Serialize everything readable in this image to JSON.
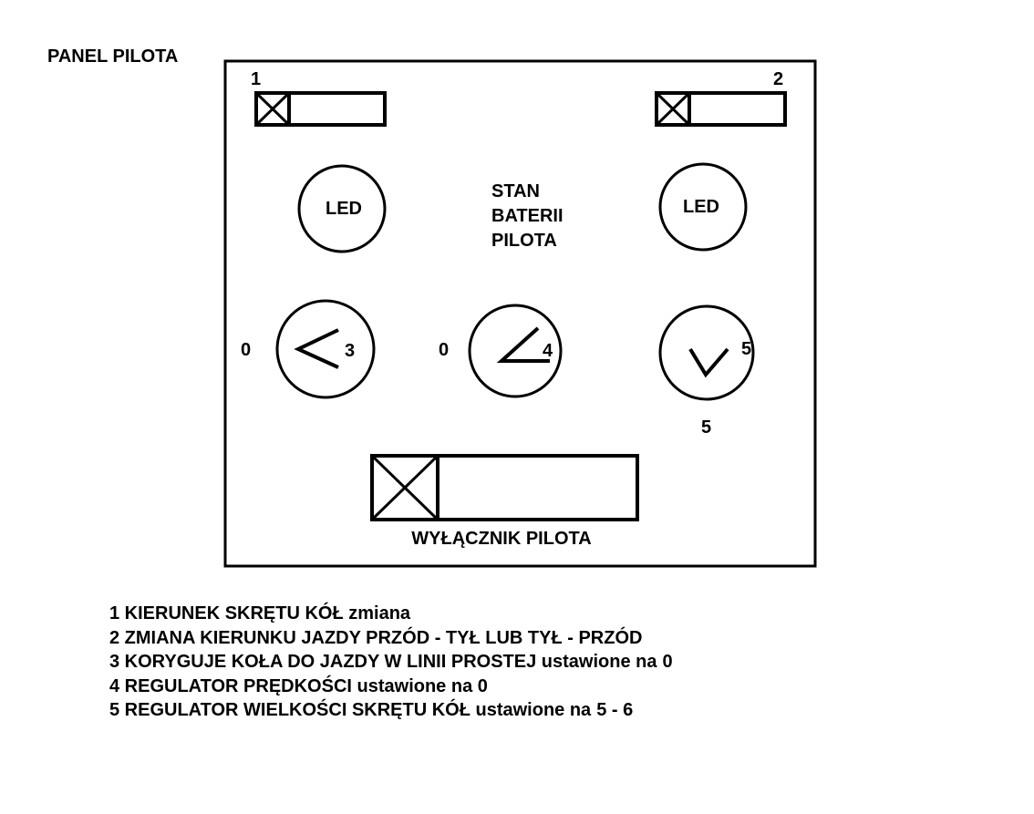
{
  "panel": {
    "title": "PANEL PILOTA",
    "switch_1": {
      "number": "1"
    },
    "switch_2": {
      "number": "2"
    },
    "led_left": {
      "label": "LED"
    },
    "led_right": {
      "label": "LED"
    },
    "battery_status": {
      "lines": [
        "STAN",
        "BATERII",
        "PILOTA"
      ]
    },
    "knob_3": {
      "number": "3",
      "min_label": "0"
    },
    "knob_4": {
      "number": "4",
      "min_label": "0"
    },
    "knob_5": {
      "number": "5",
      "bottom_label": "5"
    },
    "power_switch": {
      "label": "WYŁĄCZNIK PILOTA"
    }
  },
  "legend": [
    {
      "text": "1 KIERUNEK SKRĘTU KÓŁ zmiana",
      "value": ""
    },
    {
      "text": "2 ZMIANA KIERUNKU JAZDY PRZÓD - TYŁ LUB TYŁ - PRZÓD",
      "value": ""
    },
    {
      "text": "3 KORYGUJE KOŁA DO JAZDY W LINII PROSTEJ ustawione na",
      "value": "0"
    },
    {
      "text": "4 REGULATOR PRĘDKOŚCI ustawione na 0",
      "value": ""
    },
    {
      "text": "5 REGULATOR WIELKOŚCI SKRĘTU KÓŁ ustawione na",
      "value": "5 - 6"
    }
  ]
}
